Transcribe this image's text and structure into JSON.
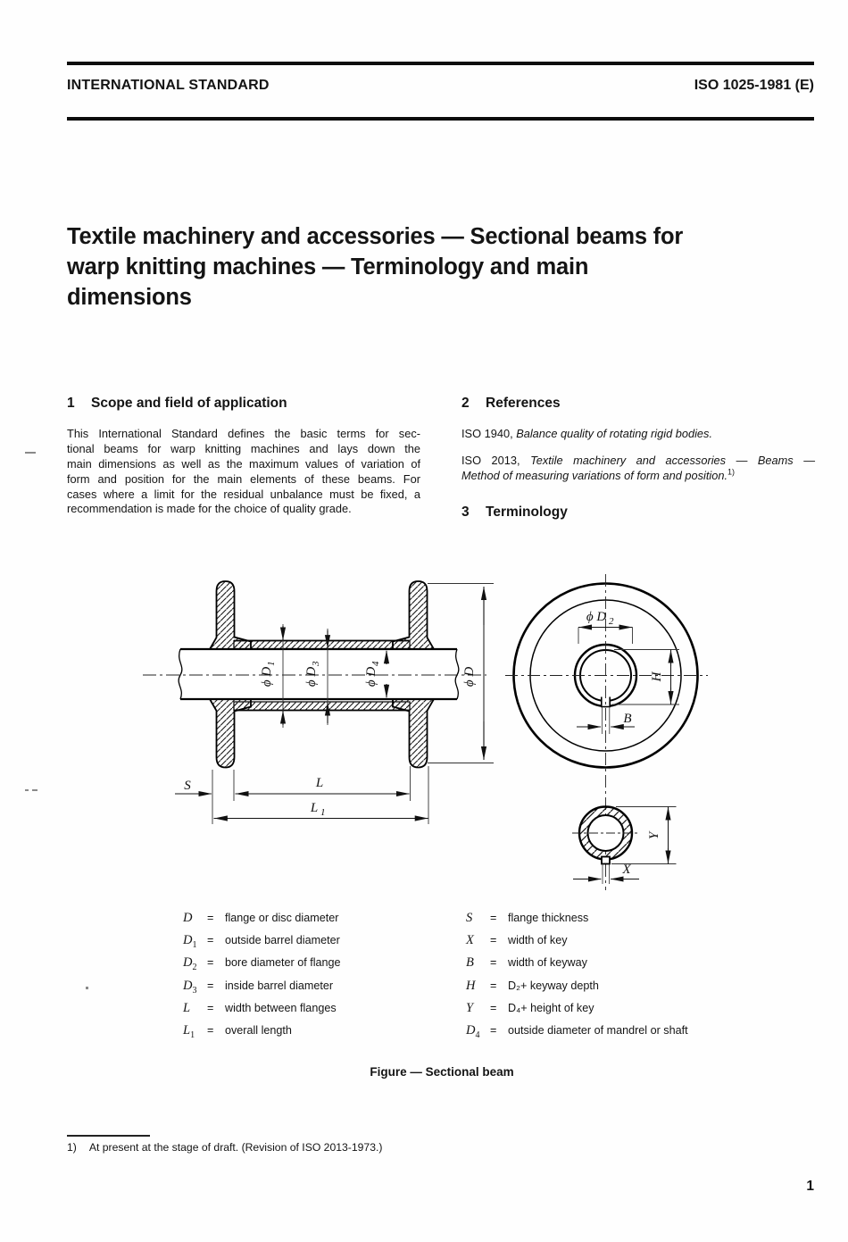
{
  "header": {
    "left": "INTERNATIONAL STANDARD",
    "right": "ISO 1025-1981 (E)"
  },
  "title": {
    "lines": [
      "Textile machinery and accessories — Sectional beams for",
      "warp knitting machines — Terminology and main",
      "dimensions"
    ]
  },
  "sections": {
    "scope": {
      "num": "1",
      "heading": "Scope and field of application",
      "lines": [
        "This International Standard defines the basic terms for sec-",
        "tional beams for warp knitting machines and lays down the",
        "main dimensions as well as the maximum values of variation of",
        "form and position for the main elements of these beams. For",
        "cases where a limit for the residual unbalance must be fixed, a",
        "recommendation is made for the choice of quality grade."
      ]
    },
    "references": {
      "num": "2",
      "heading": "References",
      "ref1": {
        "code": "ISO 1940,",
        "title": "Balance quality of rotating rigid bodies."
      },
      "ref2": {
        "code": "ISO 2013,",
        "title_line1": "Textile machinery and accessories — Beams —",
        "title_line2": "Method of measuring variations of form and position.",
        "footnote_ref": "1)"
      }
    },
    "terminology": {
      "num": "3",
      "heading": "Terminology"
    }
  },
  "figure": {
    "caption": "Figure — Sectional beam",
    "labels": {
      "d1_main": "ϕ D",
      "d1_sub": "1",
      "d3_main": "ϕ D",
      "d3_sub": "3",
      "d4_main": "ϕ D",
      "d4_sub": "4",
      "d_main": "ϕ D",
      "s": "S",
      "l": "L",
      "l1_main": "L",
      "l1_sub": "1",
      "d2_main": "ϕ D",
      "d2_sub": "2",
      "h": "H",
      "b": "B",
      "x": "X",
      "y": "Y"
    }
  },
  "legend": {
    "eq": "=",
    "left": [
      {
        "sym": "D",
        "sub": "",
        "def": "flange or disc diameter"
      },
      {
        "sym": "D",
        "sub": "1",
        "def": "outside barrel diameter"
      },
      {
        "sym": "D",
        "sub": "2",
        "def": "bore diameter of flange"
      },
      {
        "sym": "D",
        "sub": "3",
        "def": "inside barrel diameter"
      },
      {
        "sym": "L",
        "sub": "",
        "def": "width between flanges"
      },
      {
        "sym": "L",
        "sub": "1",
        "def": "overall length"
      }
    ],
    "right": [
      {
        "sym": "S",
        "sub": "",
        "def": "flange thickness"
      },
      {
        "sym": "X",
        "sub": "",
        "def": "width of key"
      },
      {
        "sym": "B",
        "sub": "",
        "def": "width of keyway"
      },
      {
        "sym": "H",
        "sub": "",
        "def": "D₂+ keyway depth"
      },
      {
        "sym": "Y",
        "sub": "",
        "def": "D₄+ height of key"
      },
      {
        "sym": "D",
        "sub": "4",
        "def": "outside diameter of mandrel or shaft"
      }
    ]
  },
  "footnote": {
    "marker": "1)",
    "text": "At present at the stage of draft. (Revision of ISO 2013-1973.)"
  },
  "page_number": "1"
}
